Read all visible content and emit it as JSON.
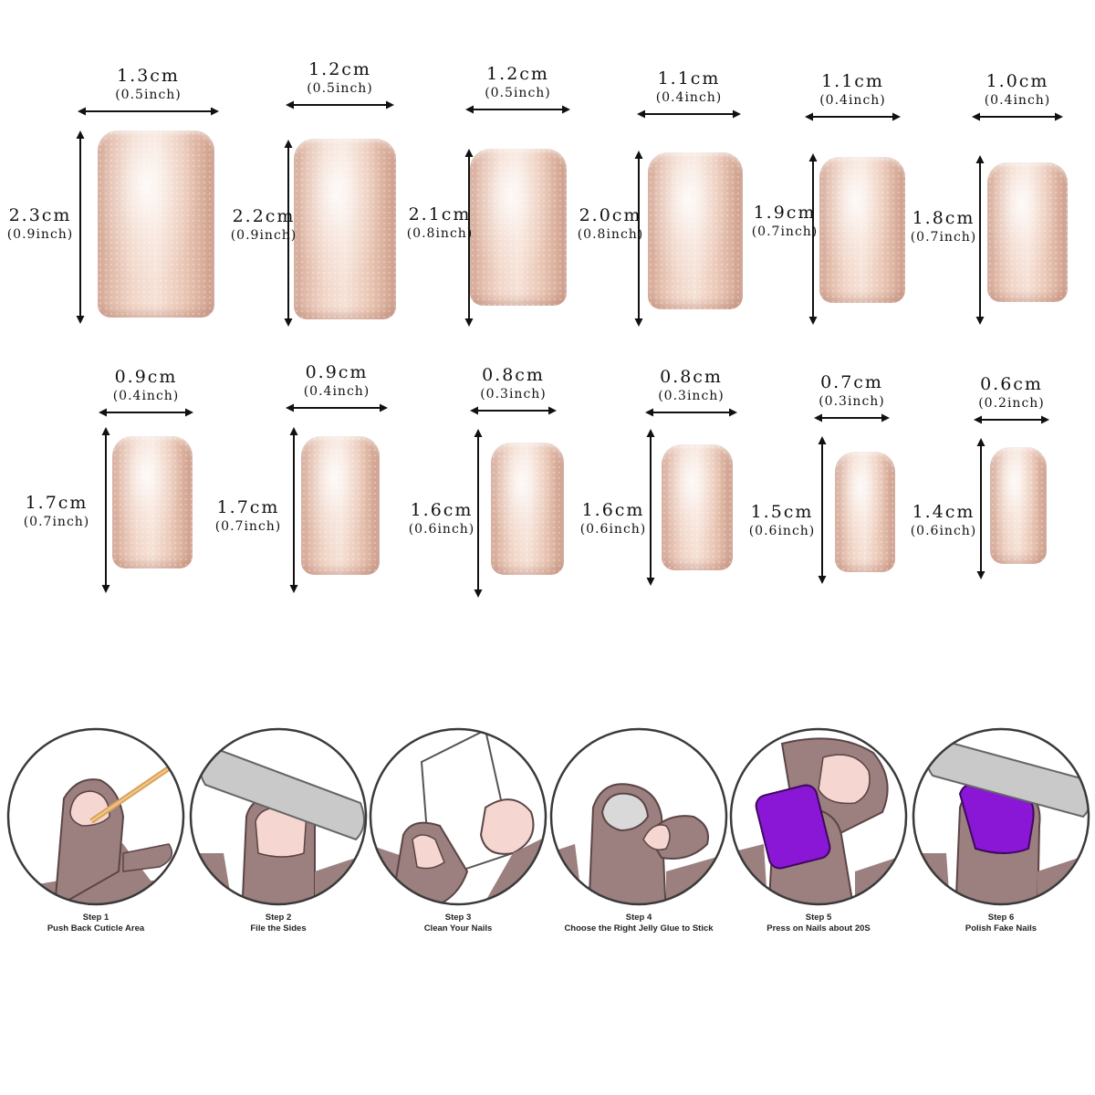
{
  "sizes": [
    {
      "width_cm": "1.3cm",
      "width_in": "(0.5inch)",
      "height_cm": "2.3cm",
      "height_in": "(0.9inch)"
    },
    {
      "width_cm": "1.2cm",
      "width_in": "(0.5inch)",
      "height_cm": "2.2cm",
      "height_in": "(0.9inch)"
    },
    {
      "width_cm": "1.2cm",
      "width_in": "(0.5inch)",
      "height_cm": "2.1cm",
      "height_in": "(0.8inch)"
    },
    {
      "width_cm": "1.1cm",
      "width_in": "(0.4inch)",
      "height_cm": "2.0cm",
      "height_in": "(0.8inch)"
    },
    {
      "width_cm": "1.1cm",
      "width_in": "(0.4inch)",
      "height_cm": "1.9cm",
      "height_in": "(0.7inch)"
    },
    {
      "width_cm": "1.0cm",
      "width_in": "(0.4inch)",
      "height_cm": "1.8cm",
      "height_in": "(0.7inch)"
    },
    {
      "width_cm": "0.9cm",
      "width_in": "(0.4inch)",
      "height_cm": "1.7cm",
      "height_in": "(0.7inch)"
    },
    {
      "width_cm": "0.9cm",
      "width_in": "(0.4inch)",
      "height_cm": "1.7cm",
      "height_in": "(0.7inch)"
    },
    {
      "width_cm": "0.8cm",
      "width_in": "(0.3inch)",
      "height_cm": "1.6cm",
      "height_in": "(0.6inch)"
    },
    {
      "width_cm": "0.8cm",
      "width_in": "(0.3inch)",
      "height_cm": "1.6cm",
      "height_in": "(0.6inch)"
    },
    {
      "width_cm": "0.7cm",
      "width_in": "(0.3inch)",
      "height_cm": "1.5cm",
      "height_in": "(0.6inch)"
    },
    {
      "width_cm": "0.6cm",
      "width_in": "(0.2inch)",
      "height_cm": "1.4cm",
      "height_in": "(0.6inch)"
    }
  ],
  "steps": [
    {
      "title": "Step 1",
      "text": "Push Back Cuticle  Area"
    },
    {
      "title": "Step 2",
      "text": "File the Sides"
    },
    {
      "title": "Step 3",
      "text": "Clean Your Nails"
    },
    {
      "title": "Step 4",
      "text": "Choose the Right Jelly Glue to Stick"
    },
    {
      "title": "Step 5",
      "text": "Press on Nails about 20S"
    },
    {
      "title": "Step 6",
      "text": "Polish Fake Nails"
    }
  ],
  "colors": {
    "skin": "#9c7f7f",
    "nail_natural": "#f6d6d0",
    "fake_nail": "#8a16d6",
    "file": "#c9c9c9"
  }
}
